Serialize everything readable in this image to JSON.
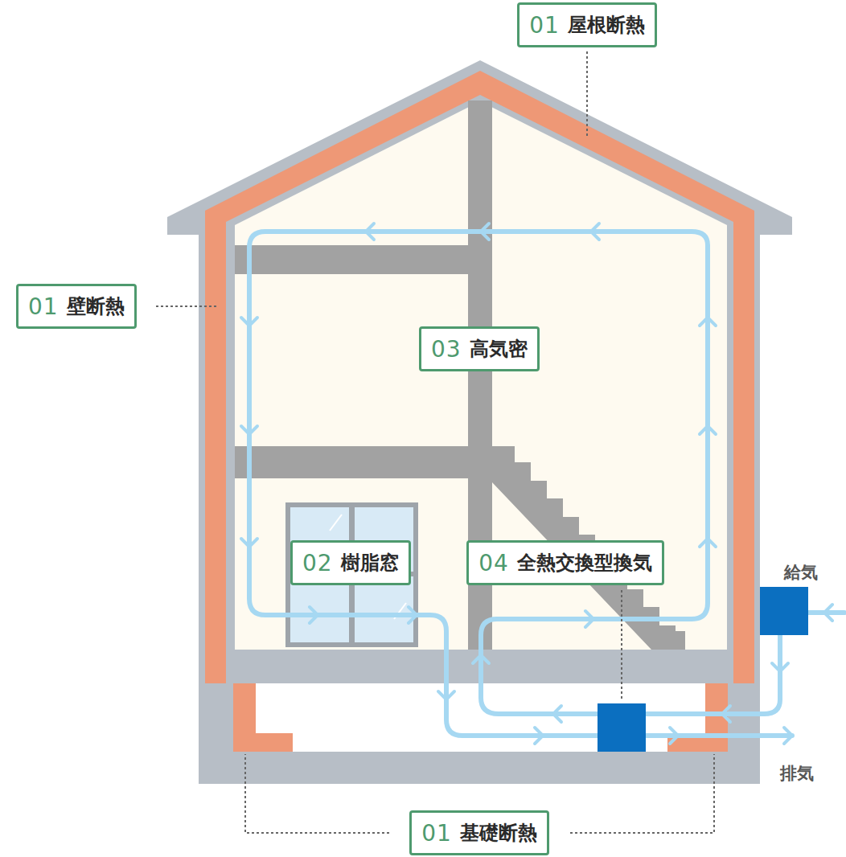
{
  "diagram": {
    "nodes": [
      {
        "text": [
          "01",
          "屋根断熱"
        ]
      },
      {
        "text": [
          "01",
          "壁断熱"
        ]
      },
      {
        "text": [
          "03",
          "高気密"
        ]
      },
      {
        "text": [
          "02",
          "樹脂窓"
        ]
      },
      {
        "text": [
          "04",
          "全熱交換型換気"
        ]
      },
      {
        "text": [
          "01",
          "基礎断熱"
        ]
      }
    ],
    "labels": [
      "給気",
      "排気"
    ]
  }
}
